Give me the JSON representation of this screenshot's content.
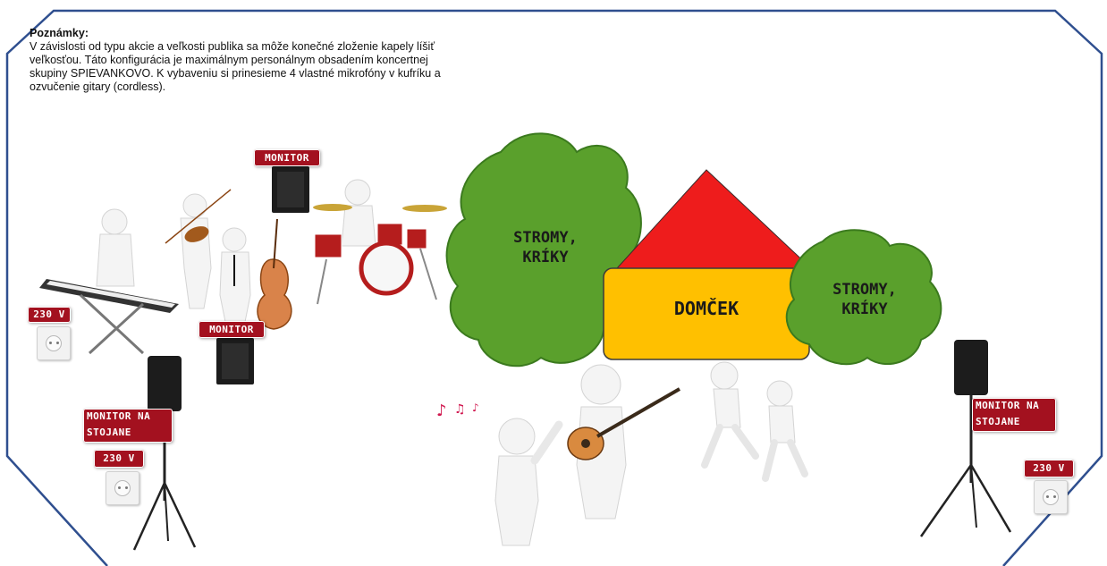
{
  "notes": {
    "title": "Poznámky:",
    "lines": [
      "V závislosti od typu akcie a veľkosti publika sa môže konečné zloženie kapely líšiť",
      "veľkosťou. Táto konfigurácia je maximálnym personálnym obsadením koncertnej",
      "skupiny SPIEVANKOVO. K vybaveniu si prinesieme 4 vlastné mikrofóny v kufríku a",
      "ozvučenie gitary (cordless)."
    ]
  },
  "labels": {
    "monitor_top": "MONITOR",
    "monitor_mid": "MONITOR",
    "monitor_stand_left_1": "MONITOR NA",
    "monitor_stand_left_2": "STOJANE",
    "monitor_stand_right_1": "MONITOR NA",
    "monitor_stand_right_2": "STOJANE",
    "power_1": "230 V",
    "power_2": "230 V",
    "power_3": "230 V"
  },
  "scene": {
    "trees_left_1": "STROMY,",
    "trees_left_2": "KRÍKY",
    "house": "DOMČEK",
    "trees_right_1": "STROMY,",
    "trees_right_2": "KRÍKY"
  },
  "colors": {
    "frame": "#2f4f8f",
    "tree_fill": "#5aa02c",
    "roof_fill": "#ee1c1c",
    "house_fill": "#ffc000",
    "label_bg": "#a3111f"
  }
}
